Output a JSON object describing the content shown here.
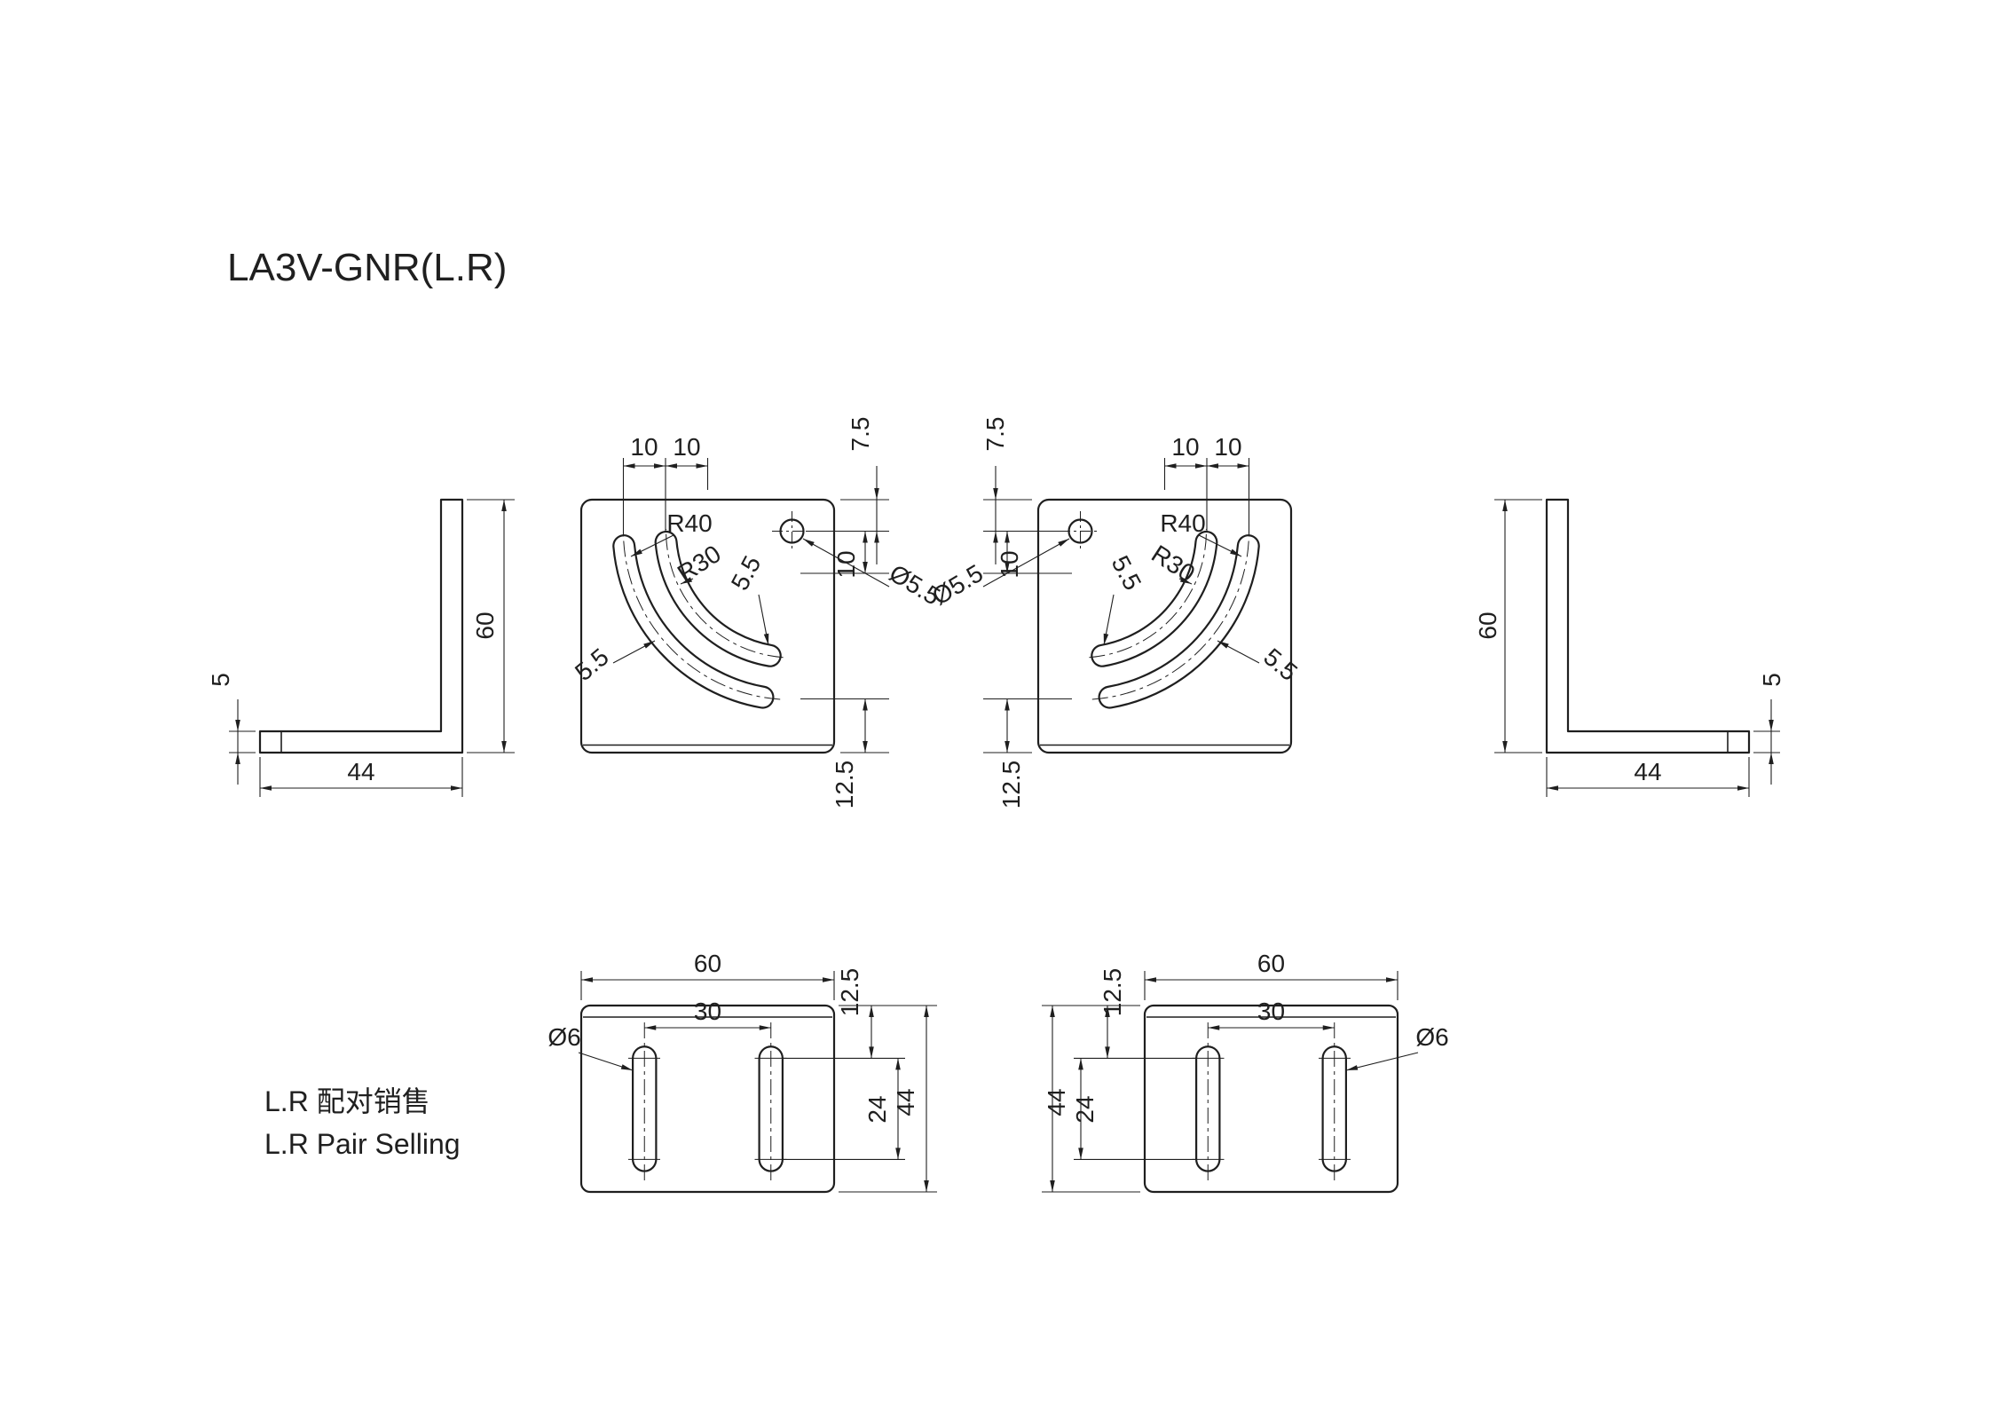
{
  "title": "LA3V-GNR(L.R)",
  "notes": {
    "pair_cn": "L.R 配对销售",
    "pair_en": "L.R Pair Selling"
  },
  "dims": {
    "d5": "5",
    "d44": "44",
    "d60": "60",
    "d10": "10",
    "d7_5": "7.5",
    "d12_5": "12.5",
    "d30": "30",
    "d24": "24",
    "d5_5": "5.5",
    "r40": "R40",
    "r30": "R30",
    "dia5_5": "Ø5.5",
    "dia6": "Ø6"
  },
  "style": {
    "line_color": "#1f1f1f",
    "background": "#ffffff"
  }
}
